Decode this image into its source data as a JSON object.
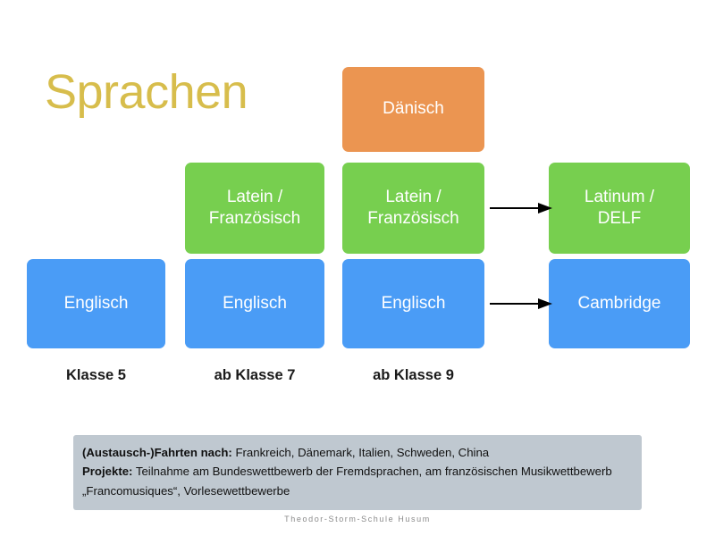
{
  "slide": {
    "title": "Sprachen",
    "footer": "Theodor-Storm-Schule Husum"
  },
  "colors": {
    "title_gold": "#d7bd4c",
    "orange": "#eb9551",
    "green": "#77cf4f",
    "blue": "#4a9cf6",
    "panel_gray": "#bfc8d0",
    "arrow_black": "#000000"
  },
  "boxes": {
    "daenisch": {
      "label": "Dänisch",
      "color": "orange"
    },
    "latein_k7": {
      "line1": "Latein /",
      "line2": "Französisch",
      "color": "green"
    },
    "latein_k9": {
      "line1": "Latein /",
      "line2": "Französisch",
      "color": "green"
    },
    "latinum_delf": {
      "line1": "Latinum /",
      "line2": "DELF",
      "color": "green"
    },
    "englisch_k5": {
      "label": "Englisch",
      "color": "blue"
    },
    "englisch_k7": {
      "label": "Englisch",
      "color": "blue"
    },
    "englisch_k9": {
      "label": "Englisch",
      "color": "blue"
    },
    "cambridge": {
      "label": "Cambridge",
      "color": "blue"
    }
  },
  "klassen": [
    {
      "label": "Klasse 5"
    },
    {
      "label": "ab Klasse 7"
    },
    {
      "label": "ab Klasse 9"
    }
  ],
  "info": {
    "fahrten_label": "(Austausch-)Fahrten nach:",
    "fahrten_text": " Frankreich, Dänemark, Italien, Schweden, China",
    "projekte_label": "Projekte:",
    "projekte_text": " Teilnahme am Bundeswettbewerb der Fremdsprachen, am französischen Musikwettbewerb „Francomusiques“, Vorlesewettbewerbe"
  }
}
